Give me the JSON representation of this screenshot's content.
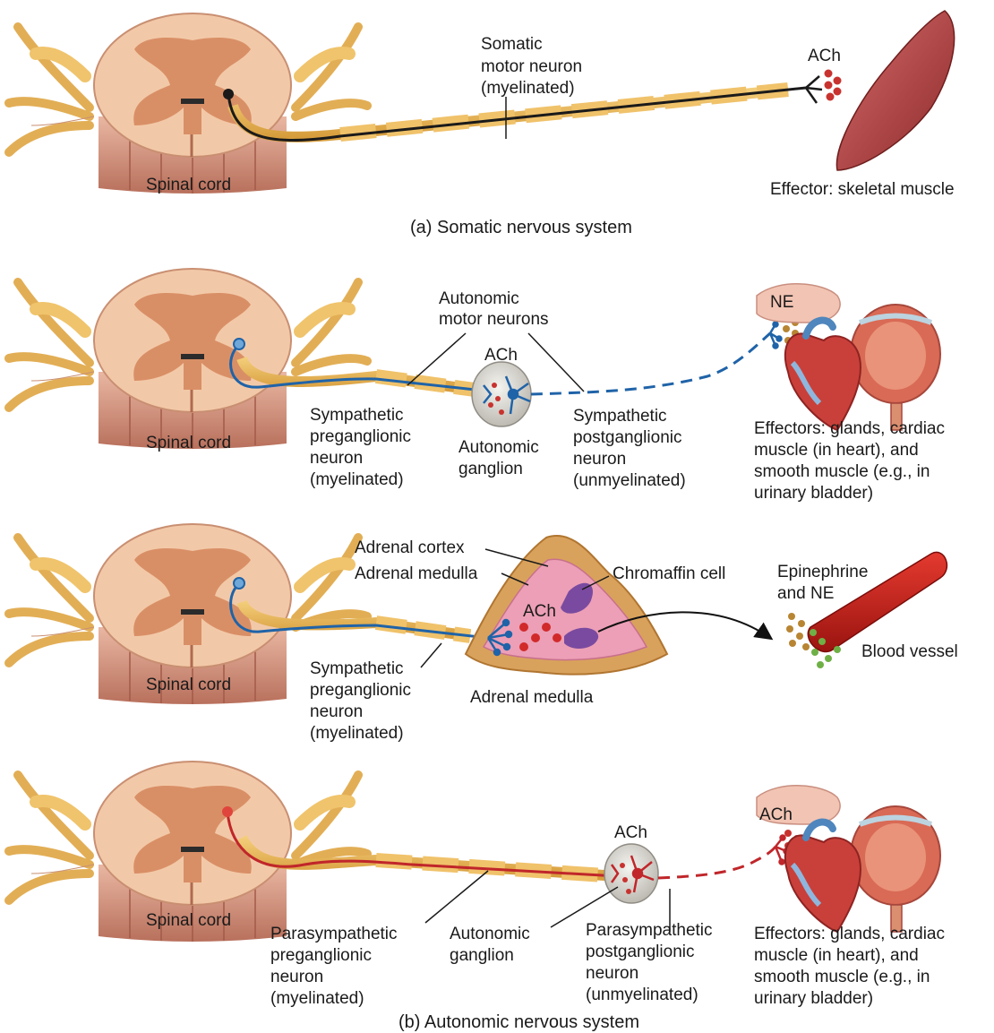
{
  "panel_a": {
    "caption": "(a) Somatic nervous system",
    "spinal_cord": "Spinal cord",
    "neuron_label": [
      "Somatic",
      "motor neuron",
      "(myelinated)"
    ],
    "transmitter": "ACh",
    "effector": "Effector: skeletal muscle"
  },
  "panel_b_sympathetic": {
    "spinal_cord": "Spinal cord",
    "motor_neurons": [
      "Autonomic",
      "motor neurons"
    ],
    "ganglion_transmitter": "ACh",
    "preganglionic": [
      "Sympathetic",
      "preganglionic",
      "neuron",
      "(myelinated)"
    ],
    "ganglion": [
      "Autonomic",
      "ganglion"
    ],
    "postganglionic": [
      "Sympathetic",
      "postganglionic",
      "neuron",
      "(unmyelinated)"
    ],
    "effector_transmitter": "NE",
    "effectors": [
      "Effectors: glands, cardiac",
      "muscle (in heart), and",
      "smooth muscle (e.g., in",
      "urinary bladder)"
    ]
  },
  "panel_b_adrenal": {
    "spinal_cord": "Spinal cord",
    "adrenal_cortex": "Adrenal cortex",
    "adrenal_medulla_inner": "Adrenal medulla",
    "chromaffin": "Chromaffin cell",
    "transmitter": "ACh",
    "hormones": [
      "Epinephrine",
      "and NE"
    ],
    "blood_vessel": "Blood vessel",
    "preganglionic": [
      "Sympathetic",
      "preganglionic",
      "neuron",
      "(myelinated)"
    ],
    "adrenal_medulla_caption": "Adrenal medulla"
  },
  "panel_b_parasympathetic": {
    "spinal_cord": "Spinal cord",
    "ganglion_transmitter": "ACh",
    "effector_transmitter": "ACh",
    "preganglionic": [
      "Parasympathetic",
      "preganglionic",
      "neuron",
      "(myelinated)"
    ],
    "ganglion": [
      "Autonomic",
      "ganglion"
    ],
    "postganglionic": [
      "Parasympathetic",
      "postganglionic",
      "neuron",
      "(unmyelinated)"
    ],
    "effectors": [
      "Effectors: glands, cardiac",
      "muscle (in heart), and",
      "smooth muscle (e.g., in",
      "urinary bladder)"
    ]
  },
  "caption_b": "(b) Autonomic nervous system",
  "colors": {
    "somatic": "#1a1a1a",
    "sympathetic": "#1f63a8",
    "parasympathetic": "#c0262a",
    "myelin": "#e8b95c",
    "cord_white": "#f2c9a8",
    "cord_gray": "#d98f66"
  }
}
